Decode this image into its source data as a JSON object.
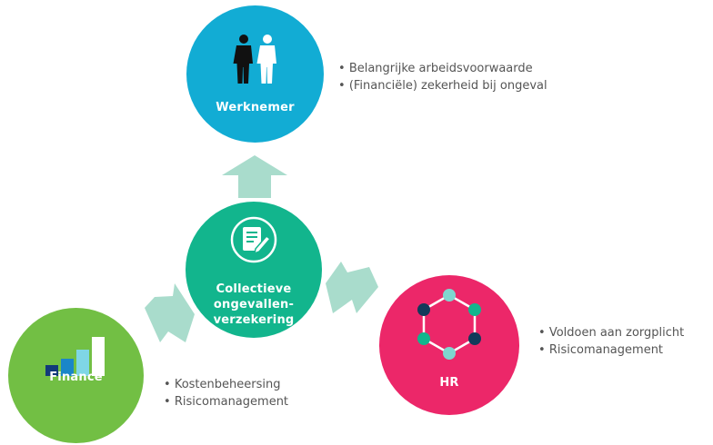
{
  "center": {
    "label_lines": [
      "Collectieve",
      "ongevallen-",
      "verzekering"
    ]
  },
  "nodes": {
    "werknemer": {
      "label": "Werknemer",
      "bullets": [
        "Belangrijke arbeidsvoorwaarde",
        "(Financiële) zekerheid bij ongeval"
      ]
    },
    "hr": {
      "label": "HR",
      "bullets": [
        "Voldoen aan zorgplicht",
        "Risicomanagement"
      ]
    },
    "finance": {
      "label": "Finance",
      "bullets": [
        "Kostenbeheersing",
        "Risicomanagement"
      ]
    }
  },
  "colors": {
    "werknemer": "#12acd4",
    "center": "#12b58d",
    "hr": "#ec2769",
    "finance": "#72bf44",
    "arrow": "#a9dccc",
    "text": "#555555"
  },
  "icons": {
    "werknemer": "two-people-icon",
    "center": "document-pen-icon",
    "hr": "hexagon-network-icon",
    "finance": "bar-chart-icon"
  }
}
